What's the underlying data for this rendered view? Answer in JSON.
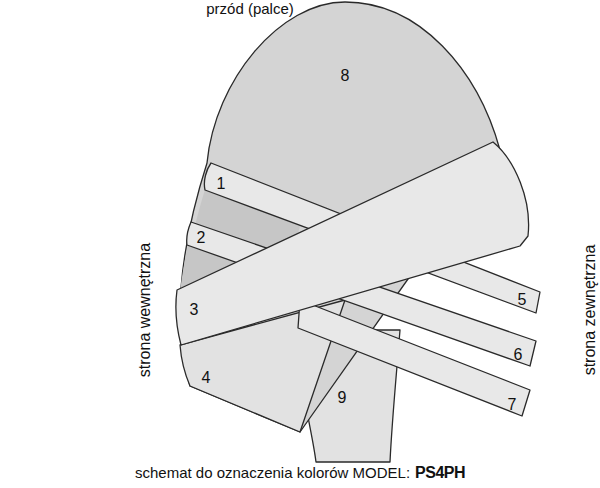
{
  "diagram": {
    "caption": "schemat do oznaczenia kolorów MODEL:",
    "labels": [
      "przód (palce)",
      "strona wewnętrzna",
      "strona zewnętrzna",
      "1",
      "2",
      "3",
      "4",
      "5",
      "6",
      "7",
      "8",
      "9",
      "PS4PH"
    ]
  }
}
